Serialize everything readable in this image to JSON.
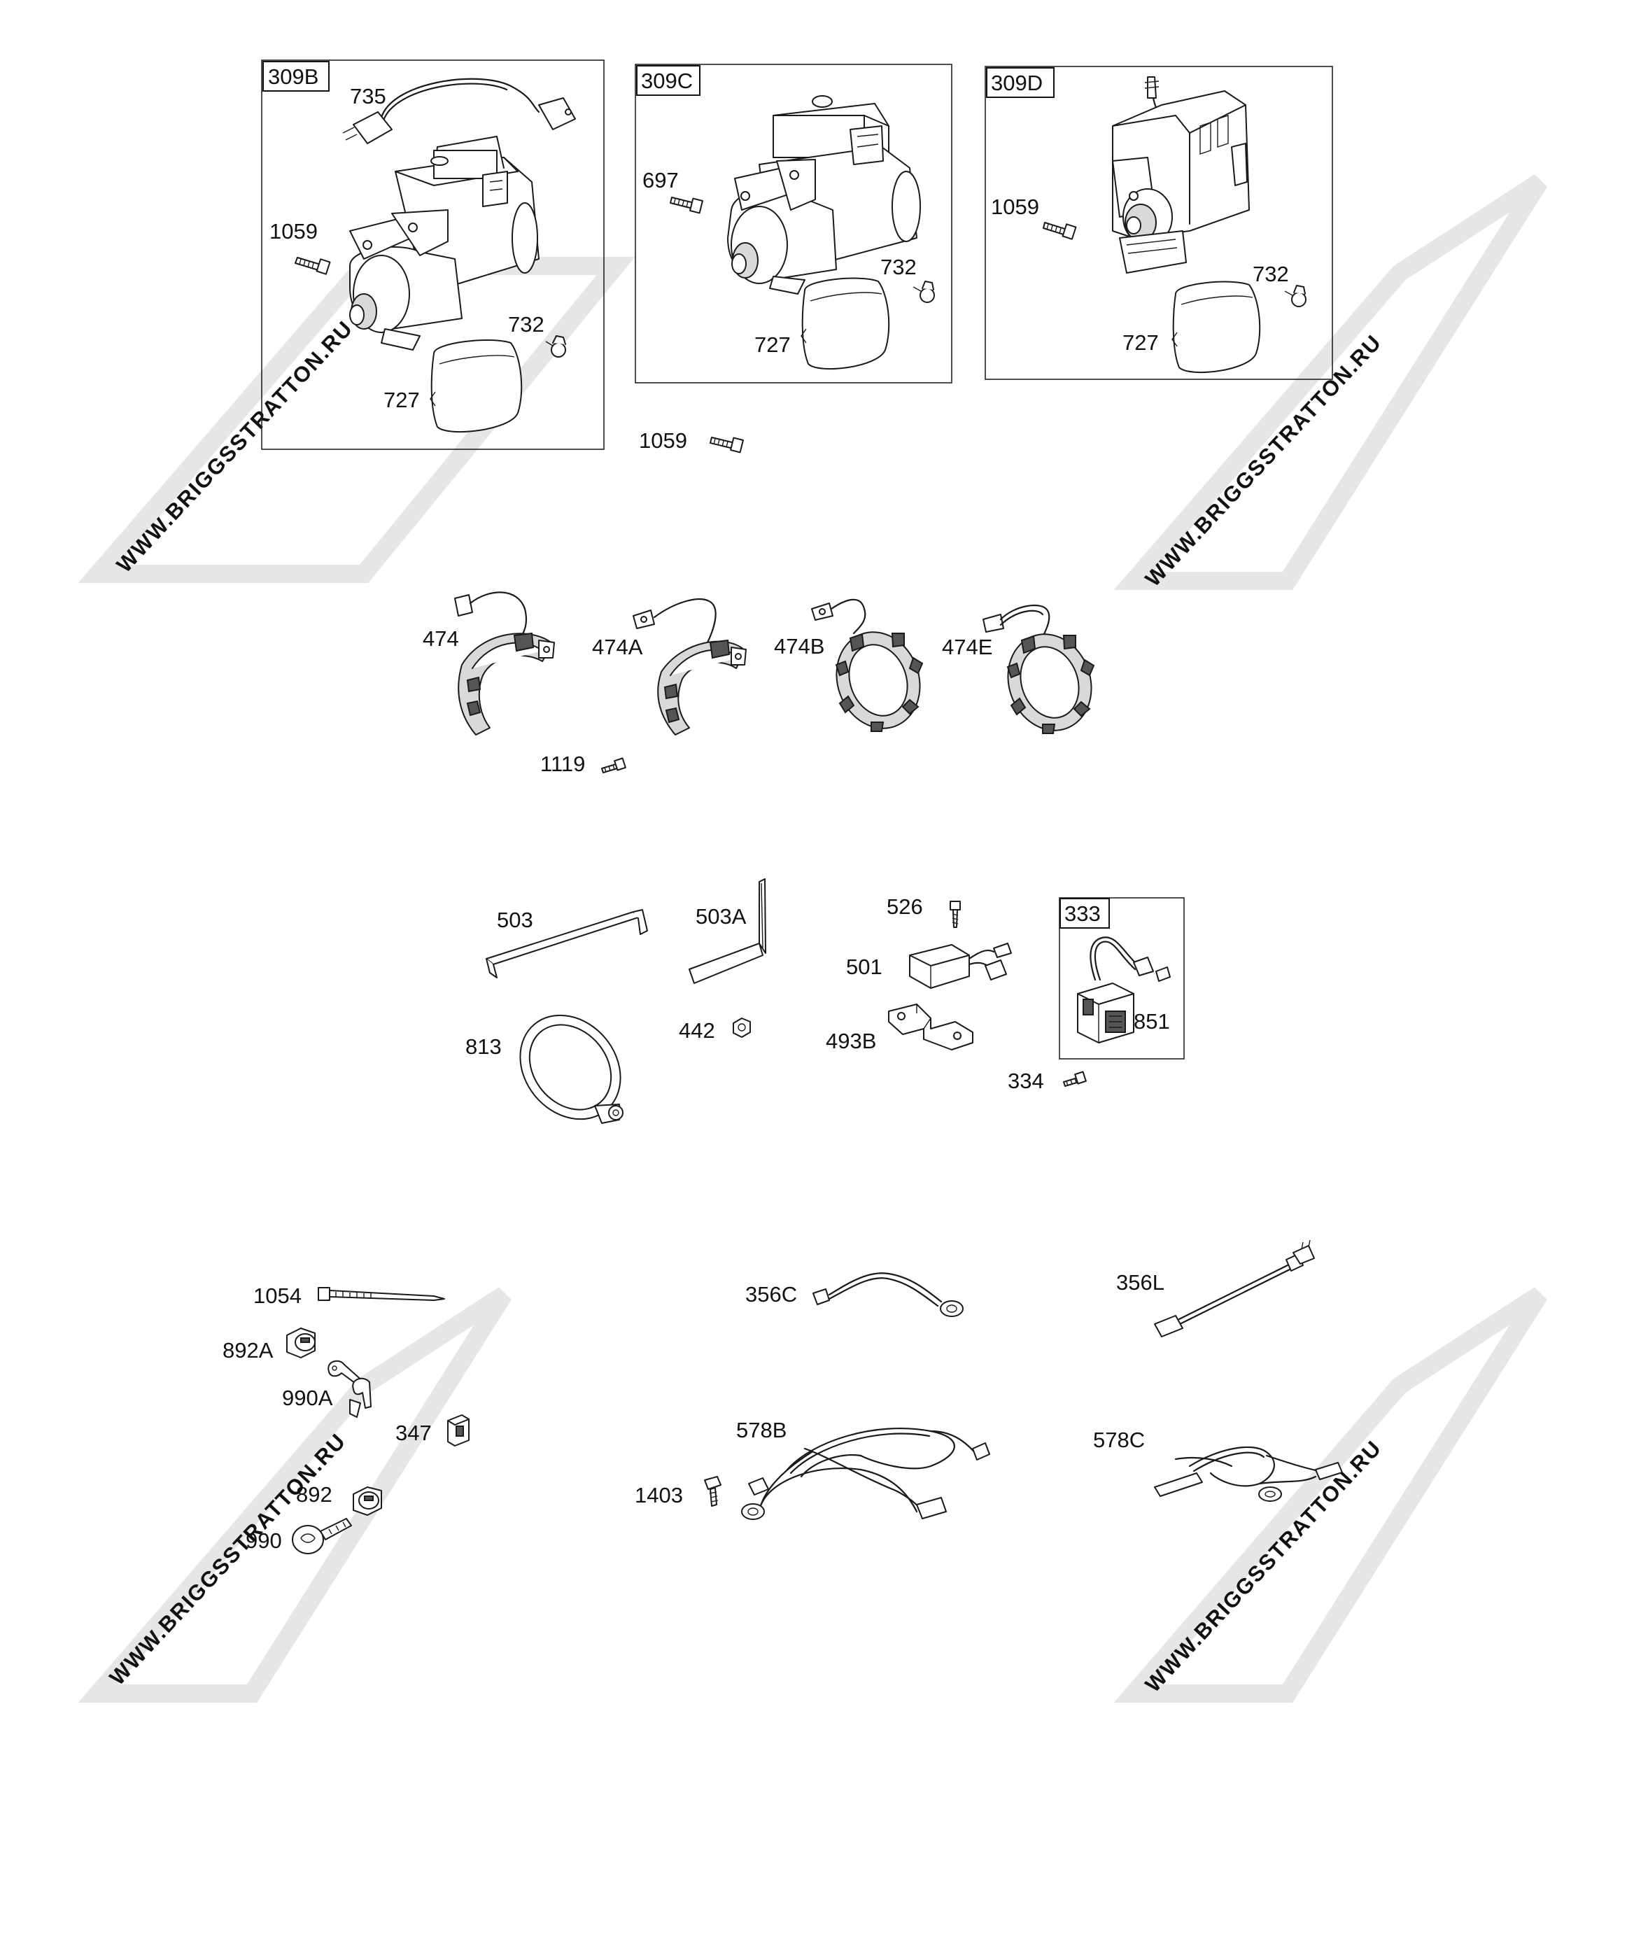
{
  "watermark": "WWW.BRIGGSSTRATTON.RU",
  "groups": {
    "g309B": "309B",
    "g309C": "309C",
    "g309D": "309D",
    "g333": "333"
  },
  "labels": {
    "l735": "735",
    "l1059_a": "1059",
    "l732_a": "732",
    "l727_a": "727",
    "l697": "697",
    "l732_b": "732",
    "l727_b": "727",
    "l1059_b": "1059",
    "l732_c": "732",
    "l727_c": "727",
    "l1059_c": "1059",
    "l474": "474",
    "l474A": "474A",
    "l474B": "474B",
    "l474E": "474E",
    "l1119": "1119",
    "l503": "503",
    "l503A": "503A",
    "l526": "526",
    "l501": "501",
    "l442": "442",
    "l493B": "493B",
    "l813": "813",
    "l851": "851",
    "l334": "334",
    "l1054": "1054",
    "l892A": "892A",
    "l990A": "990A",
    "l347": "347",
    "l892": "892",
    "l990": "990",
    "l356C": "356C",
    "l356L": "356L",
    "l578B": "578B",
    "l578C": "578C",
    "l1403": "1403"
  }
}
